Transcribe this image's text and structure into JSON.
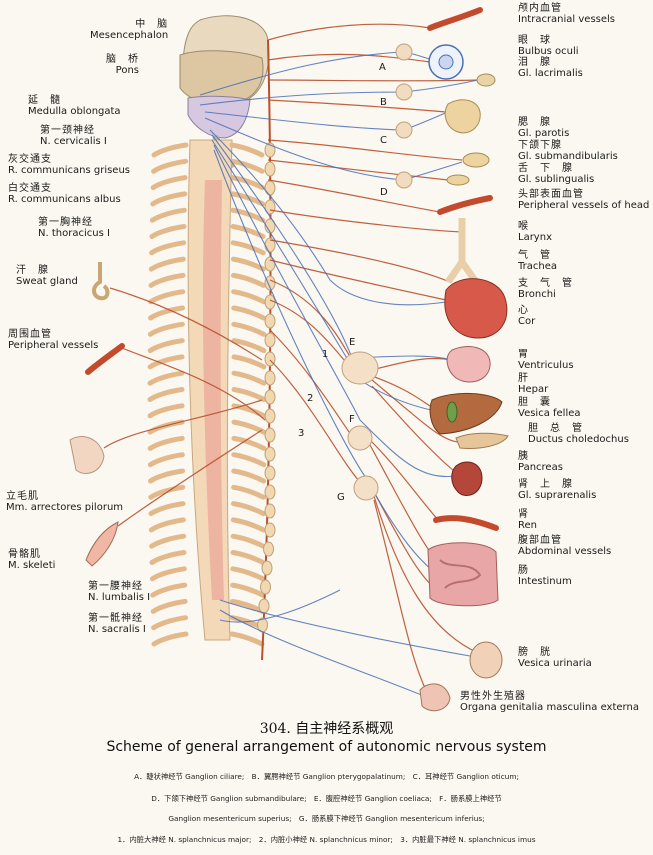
{
  "labels": {
    "mesencephalon": {
      "zh": "中　脑",
      "la": "Mesencephalon"
    },
    "pons": {
      "zh": "脑　桥",
      "la": "Pons"
    },
    "medulla": {
      "zh": "延　髓",
      "la": "Medulla oblongata"
    },
    "cervicalis": {
      "zh": "第一颈神经",
      "la": "N. cervicalis Ⅰ"
    },
    "griseus": {
      "zh": "灰交通支",
      "la": "R. communicans griseus"
    },
    "albus": {
      "zh": "白交通支",
      "la": "R. communicans albus"
    },
    "thoracicus": {
      "zh": "第一胸神经",
      "la": "N. thoracicus Ⅰ"
    },
    "sweat": {
      "zh": "汗　腺",
      "la": "Sweat gland"
    },
    "peripheral": {
      "zh": "周围血管",
      "la": "Peripheral vessels"
    },
    "arrectores": {
      "zh": "立毛肌",
      "la": "Mm. arrectores pilorum"
    },
    "skeleti": {
      "zh": "骨骼肌",
      "la": "M. skeleti"
    },
    "lumbalis": {
      "zh": "第一腰神经",
      "la": "N. lumbalis Ⅰ"
    },
    "sacralis": {
      "zh": "第一骶神经",
      "la": "N. sacralis Ⅰ"
    },
    "intracranial": {
      "zh": "颅内血管",
      "la": "Intracranial vessels"
    },
    "bulbus": {
      "zh": "眼　球",
      "la": "Bulbus oculi"
    },
    "lacrimalis": {
      "zh": "泪　腺",
      "la": "Gl. lacrimalis"
    },
    "parotis": {
      "zh": "腮　腺",
      "la": "Gl. parotis"
    },
    "submandibularis": {
      "zh": "下颌下腺",
      "la": "Gl. submandibularis"
    },
    "sublingualis": {
      "zh": "舌　下　腺",
      "la": "Gl. sublingualis"
    },
    "head_vessels": {
      "zh": "头部表面血管",
      "la": "Peripheral vessels of head"
    },
    "larynx": {
      "zh": "喉",
      "la": "Larynx"
    },
    "trachea": {
      "zh": "气　管",
      "la": "Trachea"
    },
    "bronchi": {
      "zh": "支　气　管",
      "la": "Bronchi"
    },
    "cor": {
      "zh": "心",
      "la": "Cor"
    },
    "ventriculus": {
      "zh": "胃",
      "la": "Ventriculus"
    },
    "hepar": {
      "zh": "肝",
      "la": "Hepar"
    },
    "fellea": {
      "zh": "胆　囊",
      "la": "Vesica fellea"
    },
    "choledochus": {
      "zh": "胆　总　管",
      "la": "Ductus choledochus"
    },
    "pancreas": {
      "zh": "胰",
      "la": "Pancreas"
    },
    "suprarenalis": {
      "zh": "肾　上　腺",
      "la": "Gl. suprarenalis"
    },
    "ren": {
      "zh": "肾",
      "la": "Ren"
    },
    "abdominal": {
      "zh": "腹部血管",
      "la": "Abdominal vessels"
    },
    "intestinum": {
      "zh": "肠",
      "la": "Intestinum"
    },
    "urinaria": {
      "zh": "膀　胱",
      "la": "Vesica urinaria"
    },
    "genitalia": {
      "zh": "男性外生殖器",
      "la": "Organa genitalia masculina externa"
    }
  },
  "ganglia": {
    "A": "A",
    "B": "B",
    "C": "C",
    "D": "D",
    "E": "E",
    "F": "F",
    "G": "G",
    "n1": "1",
    "n2": "2",
    "n3": "3"
  },
  "caption": {
    "zh": "304.  自主神经系概观",
    "en": "Scheme of general arrangement of autonomic nervous system"
  },
  "legend": {
    "line1": "A．睫状神经节 Ganglion ciliare;　B．翼腭神经节 Ganglion pterygopalatinum;　C．耳神经节 Ganglion oticum;",
    "line2": "D．下颌下神经节 Ganglion submandibulare;　E．腹腔神经节 Ganglion coeliaca;　F．肠系膜上神经节",
    "line3": "Ganglion mesentericum superius;　G．肠系膜下神经节 Ganglion mesentericum inferius;",
    "line4": "1．内脏大神经 N. splanchnicus major;　2．内脏小神经 N. splanchnicus minor;　3．内脏最下神经 N. splanchnicus imus"
  },
  "colors": {
    "sympathetic": "#b8502e",
    "parasympathetic": "#4a6fb5",
    "spine": "#f3d9b8",
    "cord": "#e9a79a",
    "ganglion": "#f1dcc0"
  }
}
